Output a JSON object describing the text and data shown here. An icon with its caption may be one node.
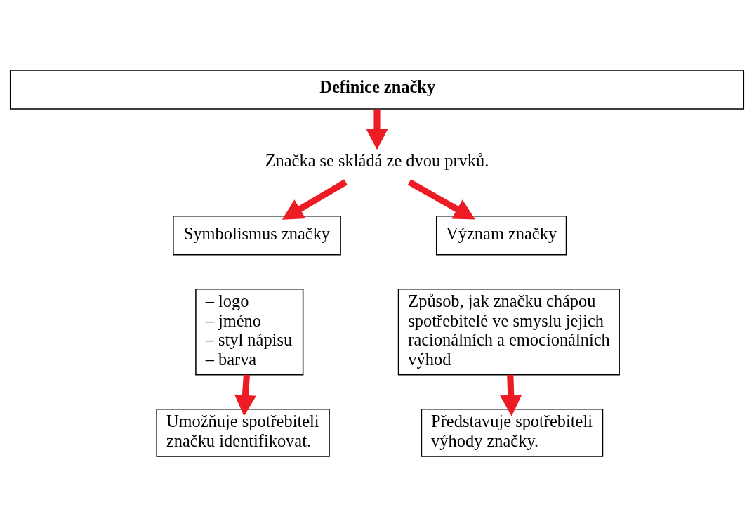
{
  "diagram": {
    "nodes": [
      {
        "text": [
          "Definice značky"
        ]
      },
      {
        "text": [
          "Značka se skládá ze dvou prvků."
        ]
      },
      {
        "text": [
          "Symbolismus značky"
        ]
      },
      {
        "text": [
          "– logo",
          "– jméno",
          "– styl nápisu",
          "– barva"
        ]
      },
      {
        "text": [
          "Umožňuje spotřebiteli značku identifikovat."
        ]
      },
      {
        "text": [
          "Význam značky"
        ]
      },
      {
        "text": [
          "Způsob, jak značku chápou spotřebitelé ve smyslu jejich racionálních a emocionálních výhod"
        ]
      },
      {
        "text": [
          "Představuje spotřebiteli výhody značky."
        ]
      }
    ],
    "edges": [
      {
        "from": 0,
        "to": 1,
        "arrow": "to"
      },
      {
        "from": 1,
        "to": 2,
        "arrow": "to"
      },
      {
        "from": 1,
        "to": 5,
        "arrow": "to"
      },
      {
        "from": 3,
        "to": 4,
        "arrow": "to"
      },
      {
        "from": 6,
        "to": 7,
        "arrow": "to"
      }
    ]
  }
}
